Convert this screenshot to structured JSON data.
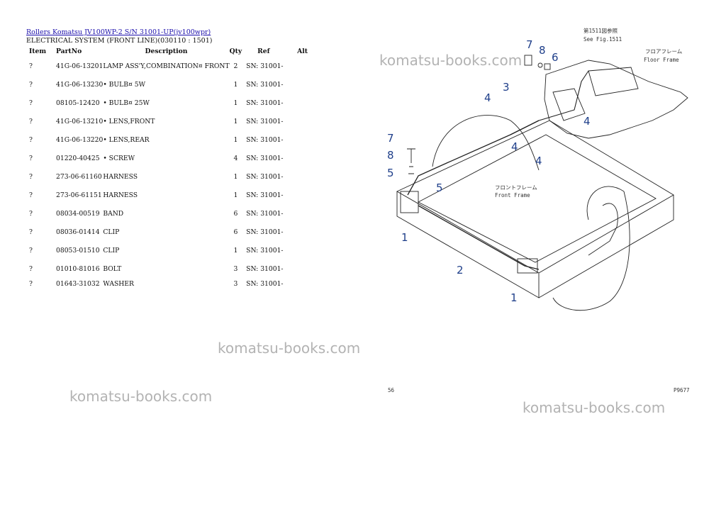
{
  "header": {
    "breadcrumb": "Rollers Komatsu JV100WP-2 S/N 31001-UP(jv100wpr)",
    "section_title": "ELECTRICAL SYSTEM (FRONT LINE)(030110 : 1501)"
  },
  "table": {
    "columns": [
      "Item",
      "PartNo",
      "Description",
      "Qty",
      "Ref",
      "Alt"
    ],
    "rows": [
      {
        "item": "?",
        "part_no": "41G-06-13201",
        "description": "LAMP ASS'Y,COMBINATION¤ FRONT",
        "qty": "2",
        "ref": "SN: 31001-"
      },
      {
        "item": "?",
        "part_no": "41G-06-13230",
        "description": "• BULB¤ 5W",
        "qty": "1",
        "ref": "SN: 31001-"
      },
      {
        "item": "?",
        "part_no": "08105-12420",
        "description": "• BULB¤ 25W",
        "qty": "1",
        "ref": "SN: 31001-"
      },
      {
        "item": "?",
        "part_no": "41G-06-13210",
        "description": "• LENS,FRONT",
        "qty": "1",
        "ref": "SN: 31001-"
      },
      {
        "item": "?",
        "part_no": "41G-06-13220",
        "description": "• LENS,REAR",
        "qty": "1",
        "ref": "SN: 31001-"
      },
      {
        "item": "?",
        "part_no": "01220-40425",
        "description": "• SCREW",
        "qty": "4",
        "ref": "SN: 31001-"
      },
      {
        "item": "?",
        "part_no": "273-06-61160",
        "description": "HARNESS",
        "qty": "1",
        "ref": "SN: 31001-"
      },
      {
        "item": "?",
        "part_no": "273-06-61151",
        "description": "HARNESS",
        "qty": "1",
        "ref": "SN: 31001-"
      },
      {
        "item": "?",
        "part_no": "08034-00519",
        "description": "BAND",
        "qty": "6",
        "ref": "SN: 31001-"
      },
      {
        "item": "?",
        "part_no": "08036-01414",
        "description": "CLIP",
        "qty": "6",
        "ref": "SN: 31001-"
      },
      {
        "item": "?",
        "part_no": "08053-01510",
        "description": "CLIP",
        "qty": "1",
        "ref": "SN: 31001-"
      },
      {
        "item": "?",
        "part_no": "01010-81016",
        "description": "BOLT",
        "qty": "3",
        "ref": "SN: 31001-"
      },
      {
        "item": "?",
        "part_no": "01643-31032",
        "description": "WASHER",
        "qty": "3",
        "ref": "SN: 31001-"
      }
    ]
  },
  "watermark": "komatsu-books.com",
  "diagram": {
    "callouts": [
      "7",
      "8",
      "6",
      "4",
      "3",
      "4",
      "4",
      "4",
      "7",
      "8",
      "5",
      "5",
      "1",
      "2",
      "1"
    ],
    "jp_labels": {
      "see_fig_jp": "第1511図参照",
      "see_fig": "See Fig.1511",
      "floor_frame_jp": "フロアフレーム",
      "floor_frame": "Floor Frame",
      "front_frame_jp": "フロントフレーム",
      "front_frame": "Front Frame"
    },
    "page_number": "56",
    "figure_code": "P9677"
  }
}
